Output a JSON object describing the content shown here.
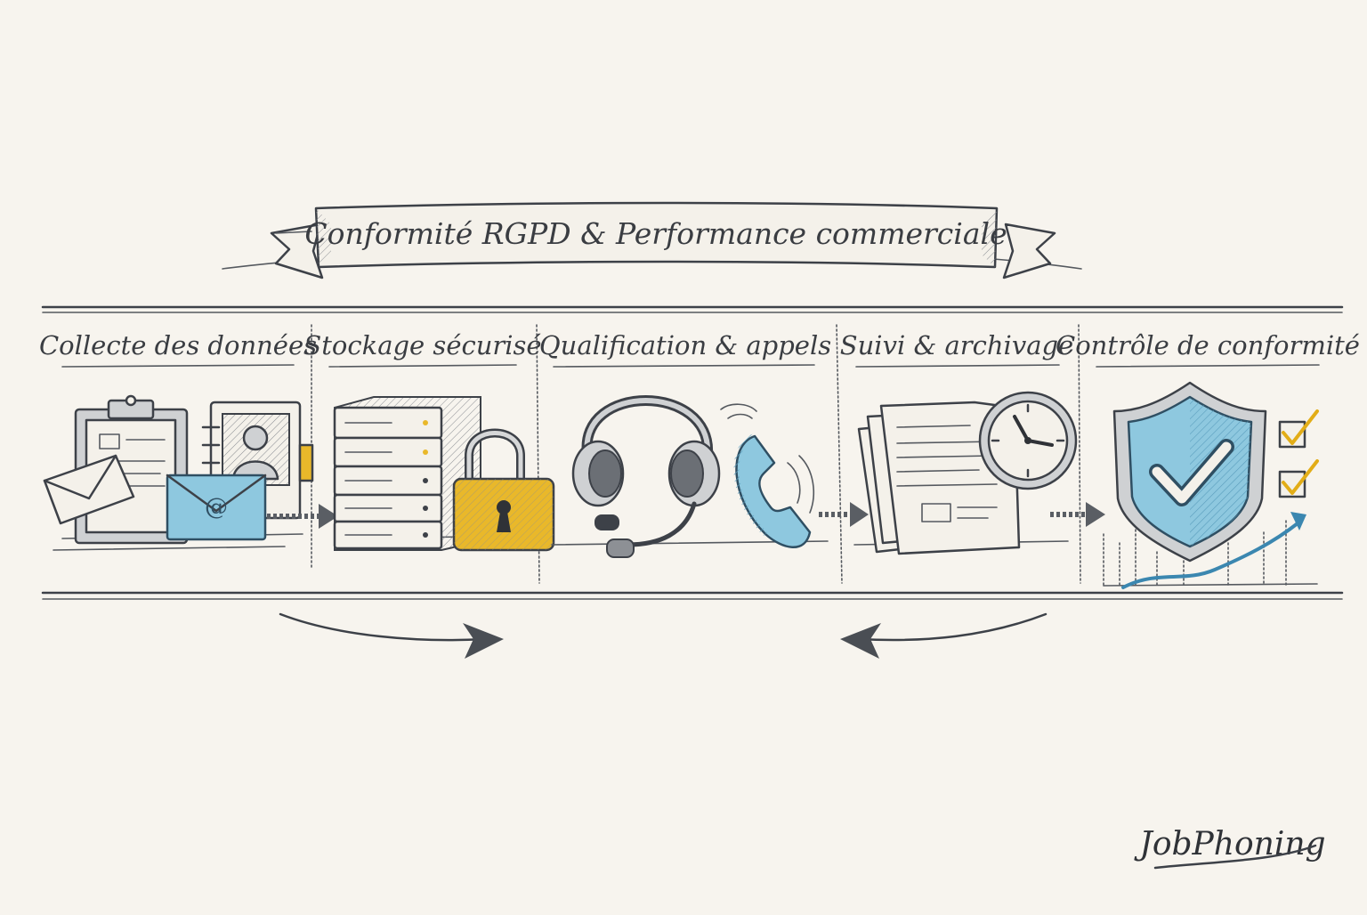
{
  "title": "Conformité RGPD & Performance commerciale",
  "steps": [
    {
      "label": "Collecte des données",
      "icons": [
        "clipboard-icon",
        "contact-card-icon",
        "envelope-icon",
        "email-at-icon"
      ]
    },
    {
      "label": "Stockage sécurisé",
      "icons": [
        "server-stack-icon",
        "padlock-icon"
      ]
    },
    {
      "label": "Qualification & appels",
      "icons": [
        "headset-icon",
        "phone-handset-icon"
      ]
    },
    {
      "label": "Suivi & archivage",
      "icons": [
        "documents-icon",
        "clock-icon"
      ]
    },
    {
      "label": "Contrôle de conformité",
      "icons": [
        "shield-check-icon",
        "checkbox-icon",
        "growth-chart-icon"
      ]
    }
  ],
  "brand": "JobPhoning",
  "colors": {
    "background": "#f7f4ee",
    "ink": "#3d4148",
    "accent_blue": "#8ec8df",
    "accent_yellow": "#e9b82a"
  }
}
